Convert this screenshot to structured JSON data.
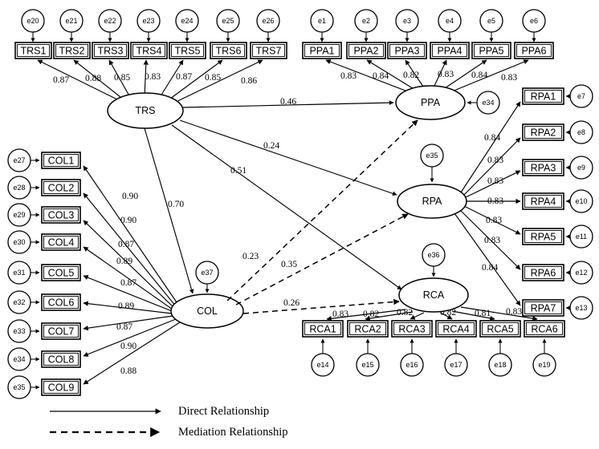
{
  "diagram": {
    "type": "structural-equation-model-path-diagram",
    "title": "",
    "legend": [
      {
        "label": "Direct Relationship",
        "style": "solid"
      },
      {
        "label": "Mediation Relationship",
        "style": "dashed"
      }
    ]
  },
  "chart_data": {
    "type": "diagram",
    "title": "",
    "latent_variables": [
      "TRS",
      "PPA",
      "RPA",
      "RCA",
      "COL"
    ],
    "measurement_model": [
      {
        "latent": "TRS",
        "indicators": [
          "TRS1",
          "TRS2",
          "TRS3",
          "TRS4",
          "TRS5",
          "TRS6",
          "TRS7"
        ],
        "loadings": [
          0.87,
          0.88,
          0.85,
          0.83,
          0.87,
          0.85,
          0.86
        ],
        "errors": [
          "e20",
          "e21",
          "e22",
          "e23",
          "e24",
          "e25",
          "e26"
        ]
      },
      {
        "latent": "PPA",
        "indicators": [
          "PPA1",
          "PPA2",
          "PPA3",
          "PPA4",
          "PPA5",
          "PPA6"
        ],
        "loadings": [
          0.83,
          0.84,
          0.82,
          0.83,
          0.84,
          0.83
        ],
        "errors": [
          "e1",
          "e2",
          "e3",
          "e4",
          "e5",
          "e6"
        ]
      },
      {
        "latent": "RPA",
        "indicators": [
          "RPA1",
          "RPA2",
          "RPA3",
          "RPA4",
          "RPA5",
          "RPA6",
          "RPA7"
        ],
        "loadings": [
          0.84,
          0.83,
          0.83,
          0.83,
          0.83,
          0.83,
          0.84
        ],
        "errors": [
          "e7",
          "e8",
          "e9",
          "e10",
          "e11",
          "e12",
          "e13"
        ]
      },
      {
        "latent": "RCA",
        "indicators": [
          "RCA1",
          "RCA2",
          "RCA3",
          "RCA4",
          "RCA5",
          "RCA6"
        ],
        "loadings": [
          0.83,
          0.82,
          0.82,
          0.82,
          0.81,
          0.83
        ],
        "errors": [
          "e14",
          "e15",
          "e16",
          "e17",
          "e18",
          "e19"
        ]
      },
      {
        "latent": "COL",
        "indicators": [
          "COL1",
          "COL2",
          "COL3",
          "COL4",
          "COL5",
          "COL6",
          "COL7",
          "COL8",
          "COL9"
        ],
        "loadings": [
          0.9,
          0.9,
          0.87,
          0.89,
          0.87,
          0.89,
          0.87,
          0.9,
          0.88
        ],
        "errors": [
          "e27",
          "e28",
          "e29",
          "e30",
          "e31",
          "e32",
          "e33",
          "e34",
          "e35"
        ]
      }
    ],
    "structural_paths": [
      {
        "from": "TRS",
        "to": "PPA",
        "coefficient": 0.46,
        "style": "solid",
        "relationship": "Direct Relationship"
      },
      {
        "from": "TRS",
        "to": "RPA",
        "coefficient": 0.24,
        "style": "solid",
        "relationship": "Direct Relationship"
      },
      {
        "from": "TRS",
        "to": "RCA",
        "coefficient": 0.51,
        "style": "solid",
        "relationship": "Direct Relationship"
      },
      {
        "from": "TRS",
        "to": "COL",
        "coefficient": 0.7,
        "style": "solid",
        "relationship": "Direct Relationship"
      },
      {
        "from": "COL",
        "to": "PPA",
        "coefficient": 0.23,
        "style": "dashed",
        "relationship": "Mediation Relationship"
      },
      {
        "from": "COL",
        "to": "RPA",
        "coefficient": 0.35,
        "style": "dashed",
        "relationship": "Mediation Relationship"
      },
      {
        "from": "COL",
        "to": "RCA",
        "coefficient": 0.26,
        "style": "dashed",
        "relationship": "Mediation Relationship"
      }
    ],
    "disturbances": [
      {
        "latent": "PPA",
        "error": "e34"
      },
      {
        "latent": "RPA",
        "error": "e35"
      },
      {
        "latent": "RCA",
        "error": "e36"
      },
      {
        "latent": "COL",
        "error": "e37"
      }
    ]
  },
  "labels": {
    "trs": {
      "name": "TRS",
      "indicators": [
        "TRS1",
        "TRS2",
        "TRS3",
        "TRS4",
        "TRS5",
        "TRS6",
        "TRS7"
      ],
      "errors": [
        "e20",
        "e21",
        "e22",
        "e23",
        "e24",
        "e25",
        "e26"
      ],
      "loadings": [
        "0.87",
        "0.88",
        "0.85",
        "0.83",
        "0.87",
        "0.85",
        "0.86"
      ]
    },
    "ppa": {
      "name": "PPA",
      "indicators": [
        "PPA1",
        "PPA2",
        "PPA3",
        "PPA4",
        "PPA5",
        "PPA6"
      ],
      "errors": [
        "e1",
        "e2",
        "e3",
        "e4",
        "e5",
        "e6"
      ],
      "loadings": [
        "0.83",
        "0.84",
        "0.82",
        "0.83",
        "0.84",
        "0.83"
      ],
      "disturbance": "e34"
    },
    "rpa": {
      "name": "RPA",
      "indicators": [
        "RPA1",
        "RPA2",
        "RPA3",
        "RPA4",
        "RPA5",
        "RPA6",
        "RPA7"
      ],
      "errors": [
        "e7",
        "e8",
        "e9",
        "e10",
        "e11",
        "e12",
        "e13"
      ],
      "loadings": [
        "0.84",
        "0.83",
        "0.83",
        "0.83",
        "0.83",
        "0.83",
        "0.84"
      ],
      "disturbance": "e35"
    },
    "rca": {
      "name": "RCA",
      "indicators": [
        "RCA1",
        "RCA2",
        "RCA3",
        "RCA4",
        "RCA5",
        "RCA6"
      ],
      "errors": [
        "e14",
        "e15",
        "e16",
        "e17",
        "e18",
        "e19"
      ],
      "loadings": [
        "0.83",
        "0.82",
        "0.82",
        "0.82",
        "0.81",
        "0.83"
      ],
      "disturbance": "e36"
    },
    "col": {
      "name": "COL",
      "indicators": [
        "COL1",
        "COL2",
        "COL3",
        "COL4",
        "COL5",
        "COL6",
        "COL7",
        "COL8",
        "COL9"
      ],
      "errors": [
        "e27",
        "e28",
        "e29",
        "e30",
        "e31",
        "e32",
        "e33",
        "e34",
        "e35"
      ],
      "loadings": [
        "0.90",
        "0.90",
        "0.87",
        "0.89",
        "0.87",
        "0.89",
        "0.87",
        "0.90",
        "0.88"
      ],
      "disturbance": "e37"
    },
    "paths": {
      "trs_ppa": "0.46",
      "trs_rpa": "0.24",
      "trs_rca": "0.51",
      "trs_col": "0.70",
      "col_ppa": "0.23",
      "col_rpa": "0.35",
      "col_rca": "0.26"
    },
    "legend": {
      "direct": "Direct Relationship",
      "mediation": "Mediation Relationship"
    }
  }
}
